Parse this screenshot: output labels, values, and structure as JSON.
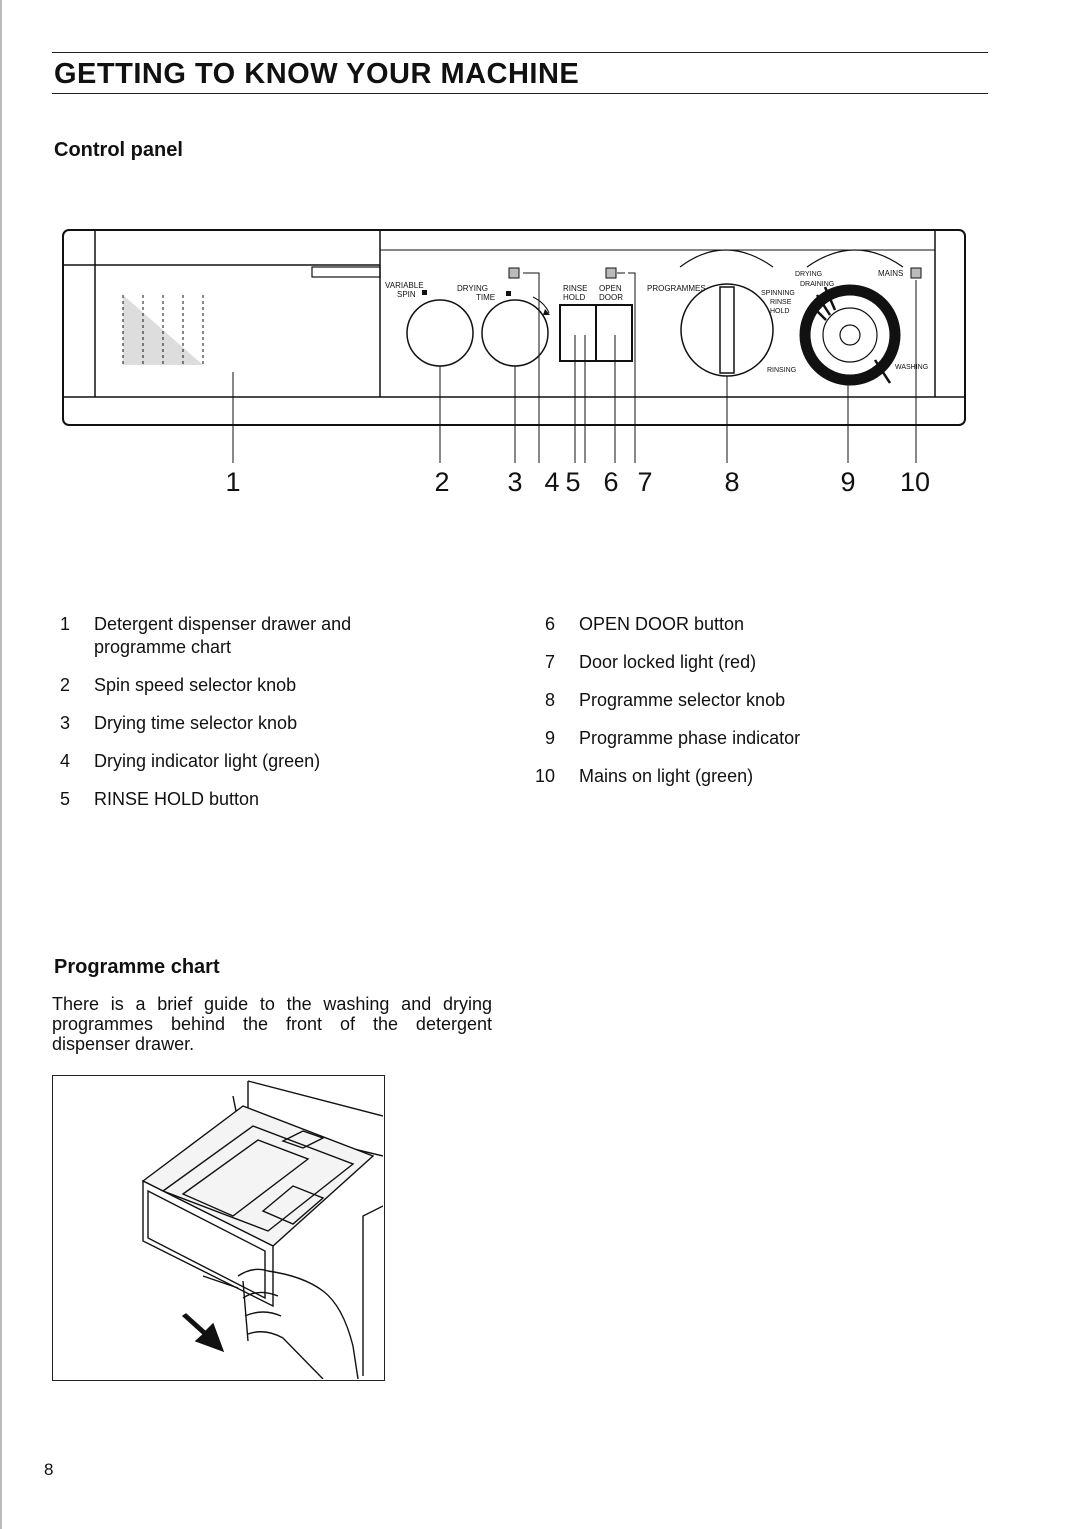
{
  "page": {
    "title": "GETTING TO KNOW YOUR MACHINE",
    "page_number": "8"
  },
  "control_panel": {
    "heading": "Control panel",
    "panel_labels": {
      "variable_spin_1": "VARIABLE",
      "variable_spin_2": "SPIN",
      "drying_time_1": "DRYING",
      "drying_time_2": "TIME",
      "rinse_hold_1": "RINSE",
      "rinse_hold_2": "HOLD",
      "open_door_1": "OPEN",
      "open_door_2": "DOOR",
      "programmes": "PROGRAMMES",
      "drying": "DRYING",
      "draining": "DRAINING",
      "spinning": "SPINNING",
      "rinse": "RINSE",
      "hold": "HOLD",
      "rinsing": "RINSING",
      "washing": "WASHING",
      "mains": "MAINS"
    },
    "callout_numbers": [
      "1",
      "2",
      "3",
      "4",
      "5",
      "6",
      "7",
      "8",
      "9",
      "10"
    ],
    "legend_left": [
      {
        "num": "1",
        "text": "Detergent dispenser drawer and programme chart"
      },
      {
        "num": "2",
        "text": "Spin speed selector knob"
      },
      {
        "num": "3",
        "text": "Drying time selector knob"
      },
      {
        "num": "4",
        "text": "Drying indicator light (green)"
      },
      {
        "num": "5",
        "text": "RINSE HOLD button"
      }
    ],
    "legend_right": [
      {
        "num": "6",
        "text": "OPEN DOOR button"
      },
      {
        "num": "7",
        "text": "Door locked light (red)"
      },
      {
        "num": "8",
        "text": "Programme selector knob"
      },
      {
        "num": "9",
        "text": "Programme phase indicator"
      },
      {
        "num": "10",
        "text": "Mains on light (green)"
      }
    ]
  },
  "programme_chart": {
    "heading": "Programme chart",
    "text": "There is a brief guide to the washing and drying programmes behind the front of the detergent dispenser drawer."
  }
}
